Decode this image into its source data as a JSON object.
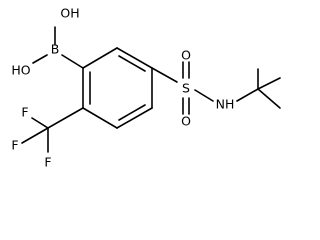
{
  "molecule": {
    "atoms": {
      "oh_top": "OH",
      "oh_left": "HO",
      "boron": "B",
      "sulfur": "S",
      "oxygen_top": "O",
      "oxygen_bottom": "O",
      "nitrogen": "NH",
      "f_top": "F",
      "f_left": "F",
      "f_bottom": "F"
    },
    "colors": {
      "bond": "#000000",
      "text": "#000000",
      "background": "#ffffff"
    }
  }
}
